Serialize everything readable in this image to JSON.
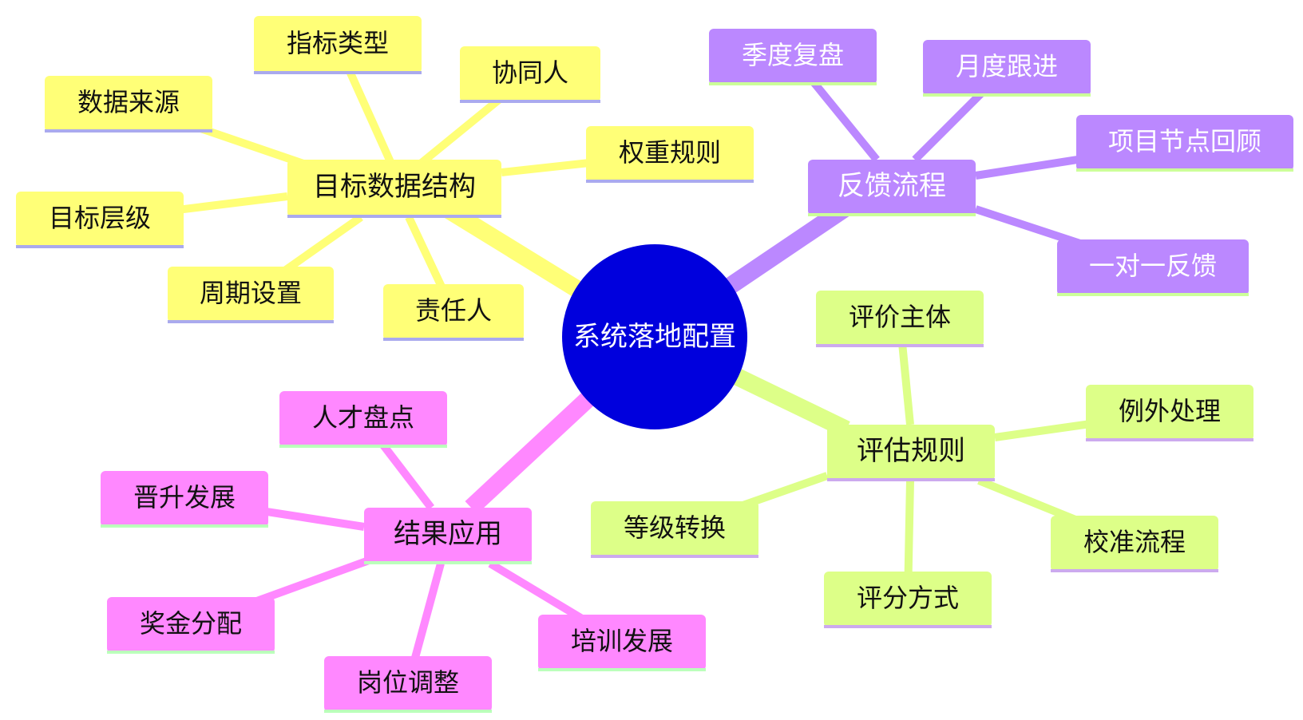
{
  "root": {
    "label": "系统落地配置",
    "fill": "#0000dd",
    "text_color": "#ffffff"
  },
  "branches": [
    {
      "id": "goal",
      "label": "目标数据结构",
      "fill": "#ffff77",
      "edge": "#ffff77",
      "underline": "#aaaaee",
      "children": [
        {
          "id": "goal-type",
          "label": "指标类型"
        },
        {
          "id": "goal-coworker",
          "label": "协同人"
        },
        {
          "id": "goal-source",
          "label": "数据来源"
        },
        {
          "id": "goal-weight",
          "label": "权重规则"
        },
        {
          "id": "goal-level",
          "label": "目标层级"
        },
        {
          "id": "goal-period",
          "label": "周期设置"
        },
        {
          "id": "goal-owner",
          "label": "责任人"
        }
      ]
    },
    {
      "id": "feedback",
      "label": "反馈流程",
      "fill": "#bb88ff",
      "edge": "#bb88ff",
      "underline": "#ccff99",
      "children": [
        {
          "id": "fb-quarter",
          "label": "季度复盘"
        },
        {
          "id": "fb-month",
          "label": "月度跟进"
        },
        {
          "id": "fb-project",
          "label": "项目节点回顾"
        },
        {
          "id": "fb-1on1",
          "label": "一对一反馈"
        }
      ]
    },
    {
      "id": "eval",
      "label": "评估规则",
      "fill": "#ddff88",
      "edge": "#ddff88",
      "underline": "#ccaaee",
      "children": [
        {
          "id": "ev-subject",
          "label": "评价主体"
        },
        {
          "id": "ev-exception",
          "label": "例外处理"
        },
        {
          "id": "ev-grade",
          "label": "等级转换"
        },
        {
          "id": "ev-calibrate",
          "label": "校准流程"
        },
        {
          "id": "ev-scoring",
          "label": "评分方式"
        }
      ]
    },
    {
      "id": "apply",
      "label": "结果应用",
      "fill": "#ff88ff",
      "edge": "#ff88ff",
      "underline": "#bbffbb",
      "children": [
        {
          "id": "ap-talent",
          "label": "人才盘点"
        },
        {
          "id": "ap-promotion",
          "label": "晋升发展"
        },
        {
          "id": "ap-bonus",
          "label": "奖金分配"
        },
        {
          "id": "ap-training",
          "label": "培训发展"
        },
        {
          "id": "ap-position",
          "label": "岗位调整"
        }
      ]
    }
  ]
}
